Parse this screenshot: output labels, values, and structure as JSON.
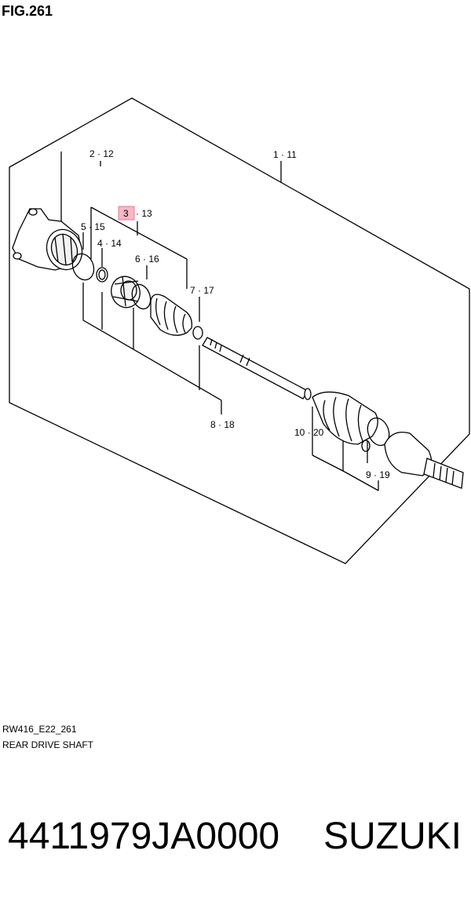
{
  "figure": {
    "title": "FIG.261"
  },
  "callouts": [
    {
      "id": "1",
      "text": "1 · 11"
    },
    {
      "id": "2",
      "text": "2 · 12"
    },
    {
      "id": "3",
      "num": "3",
      "rest": "· 13",
      "highlight": "#f7b8c6"
    },
    {
      "id": "5",
      "text": "5 · 15"
    },
    {
      "id": "4",
      "text": "4 · 14"
    },
    {
      "id": "6",
      "text": "6 · 16"
    },
    {
      "id": "7",
      "text": "7 · 17"
    },
    {
      "id": "8",
      "text": "8 · 18"
    },
    {
      "id": "10",
      "text": "10 · 20"
    },
    {
      "id": "9",
      "text": "9 · 19"
    }
  ],
  "footer": {
    "code": "RW416_E22_261",
    "caption": "REAR DRIVE SHAFT"
  },
  "product": {
    "part_number": "4411979JA0000",
    "brand": "SUZUKI"
  }
}
